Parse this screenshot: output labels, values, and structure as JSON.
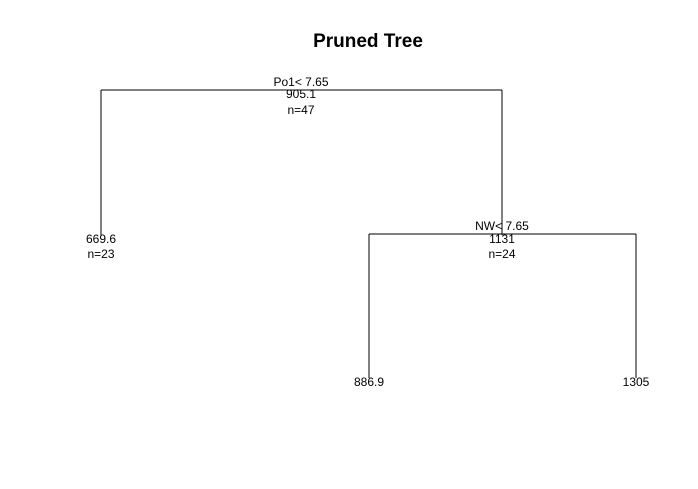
{
  "title": "Pruned Tree",
  "root": {
    "split": "Po1< 7.65",
    "value": "905.1",
    "n": "n=47"
  },
  "left_leaf": {
    "value": "669.6",
    "n": "n=23"
  },
  "right_node": {
    "split": "NW< 7.65",
    "value": "1131",
    "n": "n=24"
  },
  "right_left_leaf": {
    "value": "886.9"
  },
  "right_right_leaf": {
    "value": "1305"
  }
}
